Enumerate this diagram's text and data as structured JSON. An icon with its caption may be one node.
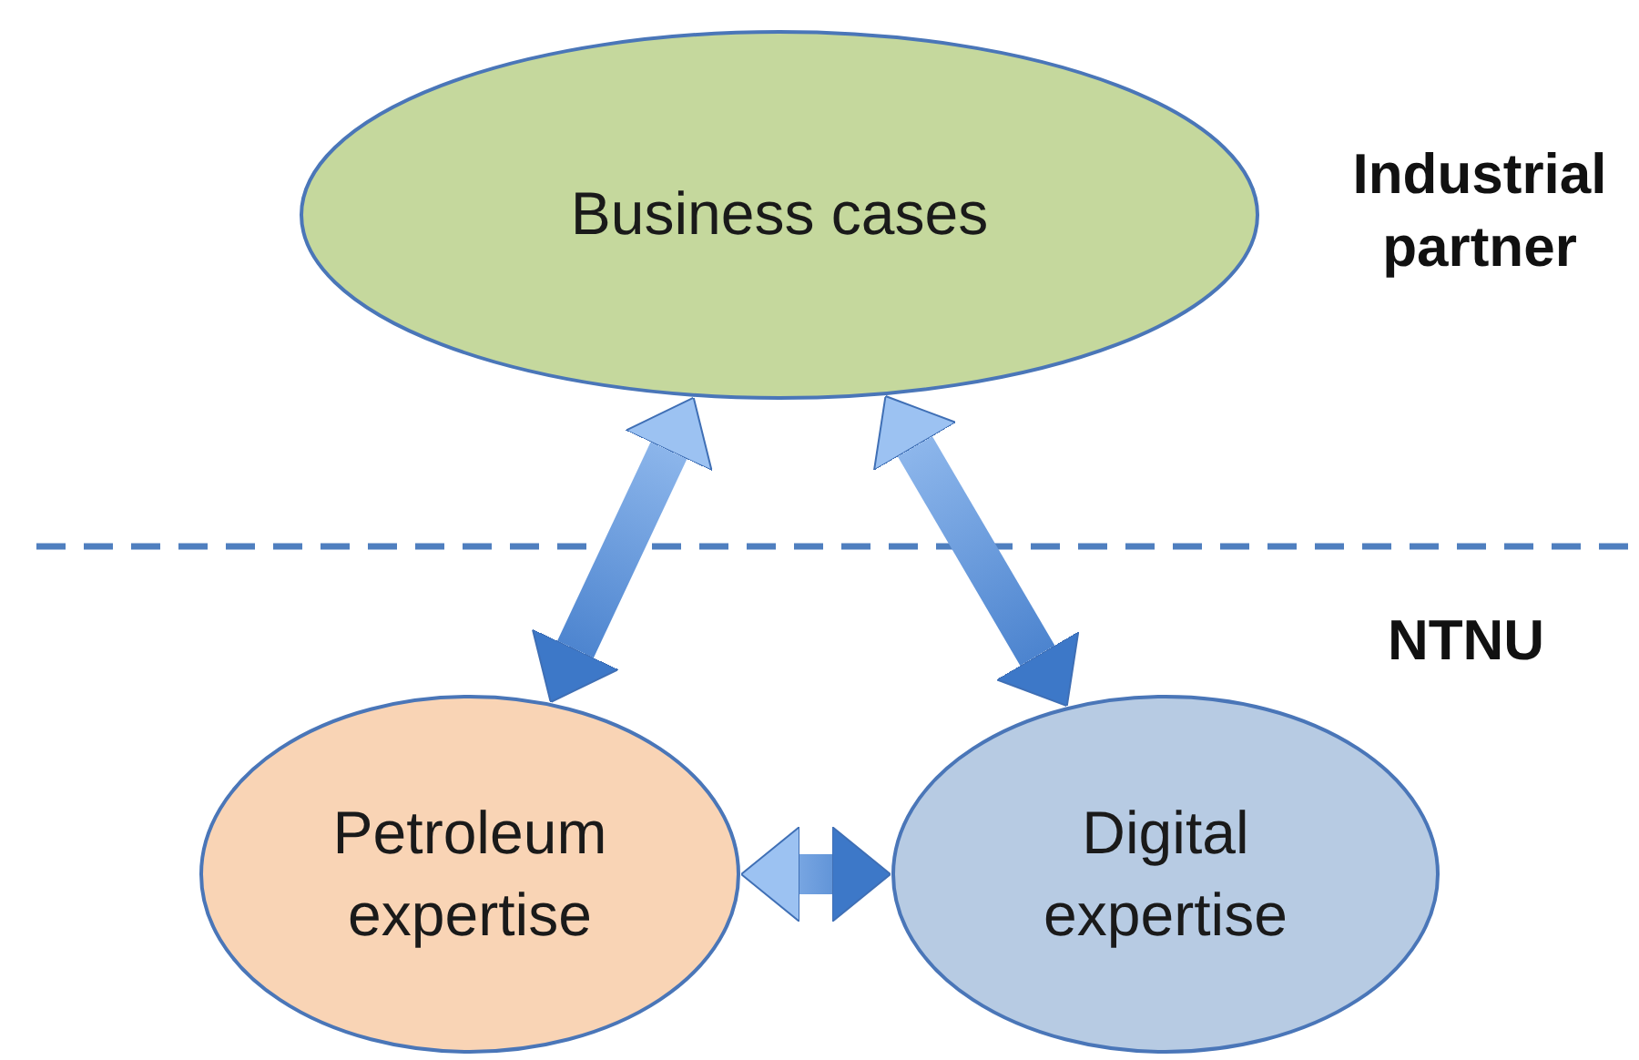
{
  "diagram": {
    "nodes": [
      {
        "text": [
          "Business cases"
        ]
      },
      {
        "text": [
          "Petroleum expertise"
        ]
      },
      {
        "text": [
          "Digital expertise"
        ]
      }
    ],
    "edges": [
      {
        "from": 0,
        "to": 1,
        "arrow": "both"
      },
      {
        "from": 0,
        "to": 2,
        "arrow": "both"
      },
      {
        "from": 1,
        "to": 2,
        "arrow": "both"
      }
    ],
    "labels": [
      "Industrial partner",
      "NTNU"
    ]
  }
}
